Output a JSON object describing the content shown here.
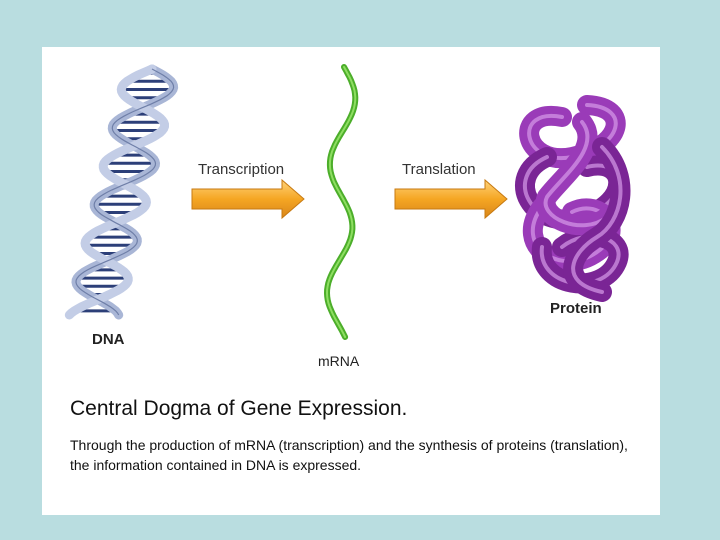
{
  "labels": {
    "dna": "DNA",
    "mrna": "mRNA",
    "protein": "Protein",
    "transcription": "Transcription",
    "translation": "Translation"
  },
  "title": "Central Dogma of Gene Expression.",
  "caption": "Through the production of mRNA (transcription) and the synthesis of proteins (translation), the information contained in DNA is expressed.",
  "colors": {
    "background": "#b9dde0",
    "arrow": "#f5a623",
    "dna_strand": "#a9b6d6",
    "dna_rung": "#2c3f78",
    "mrna": "#4cae2a",
    "protein": "#8a2fa6"
  }
}
